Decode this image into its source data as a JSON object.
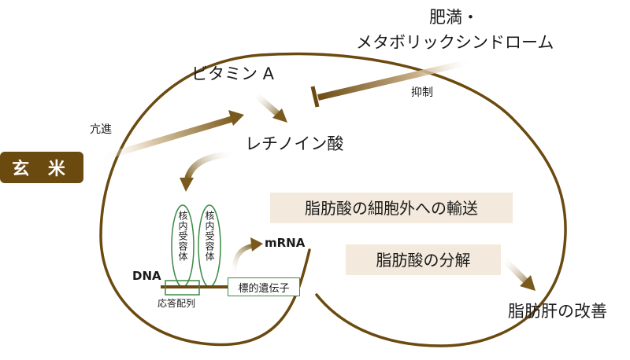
{
  "labels": {
    "vitamin_a": "ビタミン A",
    "obesity_line1": "肥満・",
    "obesity_line2": "メタボリックシンドローム",
    "inhibit": "抑制",
    "promote": "亢進",
    "retinoic_acid": "レチノイン酸",
    "brown_rice": "玄 米",
    "receptor_1": "核内受容体",
    "receptor_2": "核内受容体",
    "mrna": "mRNA",
    "dna": "DNA",
    "response_element": "応答配列",
    "target_gene": "標的遺伝子",
    "fatty_acid_transport": "脂肪酸の細胞外への輸送",
    "fatty_acid_breakdown": "脂肪酸の分解",
    "fatty_liver_improvement": "脂肪肝の改善"
  },
  "colors": {
    "brown": "#6b4a10",
    "light_brown": "#c9b08a",
    "box_fill": "#f3e9dc",
    "green": "#3a8a44"
  }
}
